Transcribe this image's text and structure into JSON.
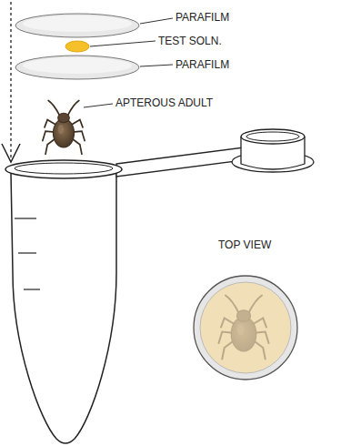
{
  "diagram": {
    "labels": [
      "PARAFILM",
      "TEST SOLN.",
      "PARAFILM",
      "APTEROUS ADULT",
      "TOP VIEW"
    ]
  }
}
